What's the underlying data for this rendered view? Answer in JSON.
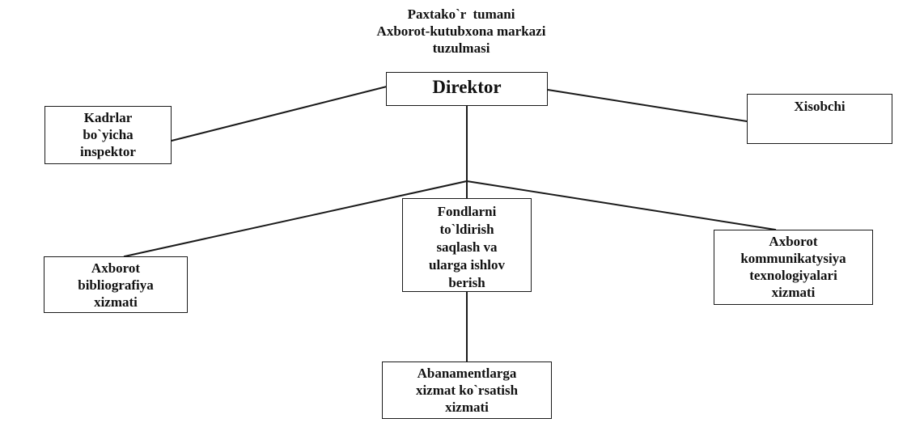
{
  "title": {
    "lines": [
      "Paxtako`r  tumani",
      "Axborot-kutubxona markazi",
      "tuzulmasi"
    ]
  },
  "nodes": {
    "director": {
      "lines": [
        "Direktor"
      ]
    },
    "kadrlar": {
      "lines": [
        "Kadrlar",
        "bo`yicha",
        "inspektor"
      ]
    },
    "xisobchi": {
      "lines": [
        "Xisobchi"
      ]
    },
    "fondlarni": {
      "lines": [
        "Fondlarni",
        "to`ldirish",
        "saqlash va",
        "ularga ishlov",
        "berish"
      ]
    },
    "bibliografiya": {
      "lines": [
        "Axborot",
        "bibliografiya",
        "xizmati"
      ]
    },
    "kommunikatsiya": {
      "lines": [
        "Axborot",
        "kommunikatysiya",
        "texnologiyalari",
        "xizmati"
      ]
    },
    "abanament": {
      "lines": [
        "Abanamentlarga",
        "xizmat ko`rsatish",
        "xizmati"
      ]
    }
  },
  "colors": {
    "line": "#1a1a1a",
    "text": "#111111",
    "background": "#ffffff"
  }
}
